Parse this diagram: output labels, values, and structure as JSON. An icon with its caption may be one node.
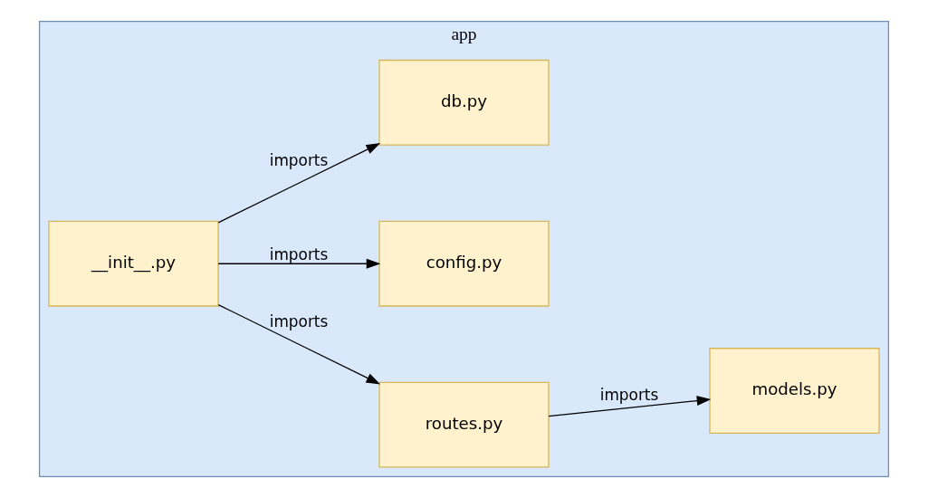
{
  "diagram": {
    "nodes": [
      {
        "text": [
          "app"
        ]
      },
      {
        "text": [
          "routes.py"
        ],
        "in": 0
      },
      {
        "text": [
          "models.py"
        ],
        "in": 0
      },
      {
        "text": [
          "__init__.py"
        ],
        "in": 0
      },
      {
        "text": [
          "config.py"
        ],
        "in": 0
      },
      {
        "text": [
          "db.py"
        ],
        "in": 0
      }
    ],
    "edges": [
      {
        "from": 3,
        "to": 1,
        "arrow": "to",
        "label": "imports"
      },
      {
        "from": 1,
        "to": 2,
        "arrow": "to",
        "label": "imports"
      },
      {
        "from": 3,
        "to": 4,
        "arrow": "to",
        "label": "imports"
      },
      {
        "from": 3,
        "to": 5,
        "arrow": "to",
        "label": "imports"
      }
    ]
  }
}
